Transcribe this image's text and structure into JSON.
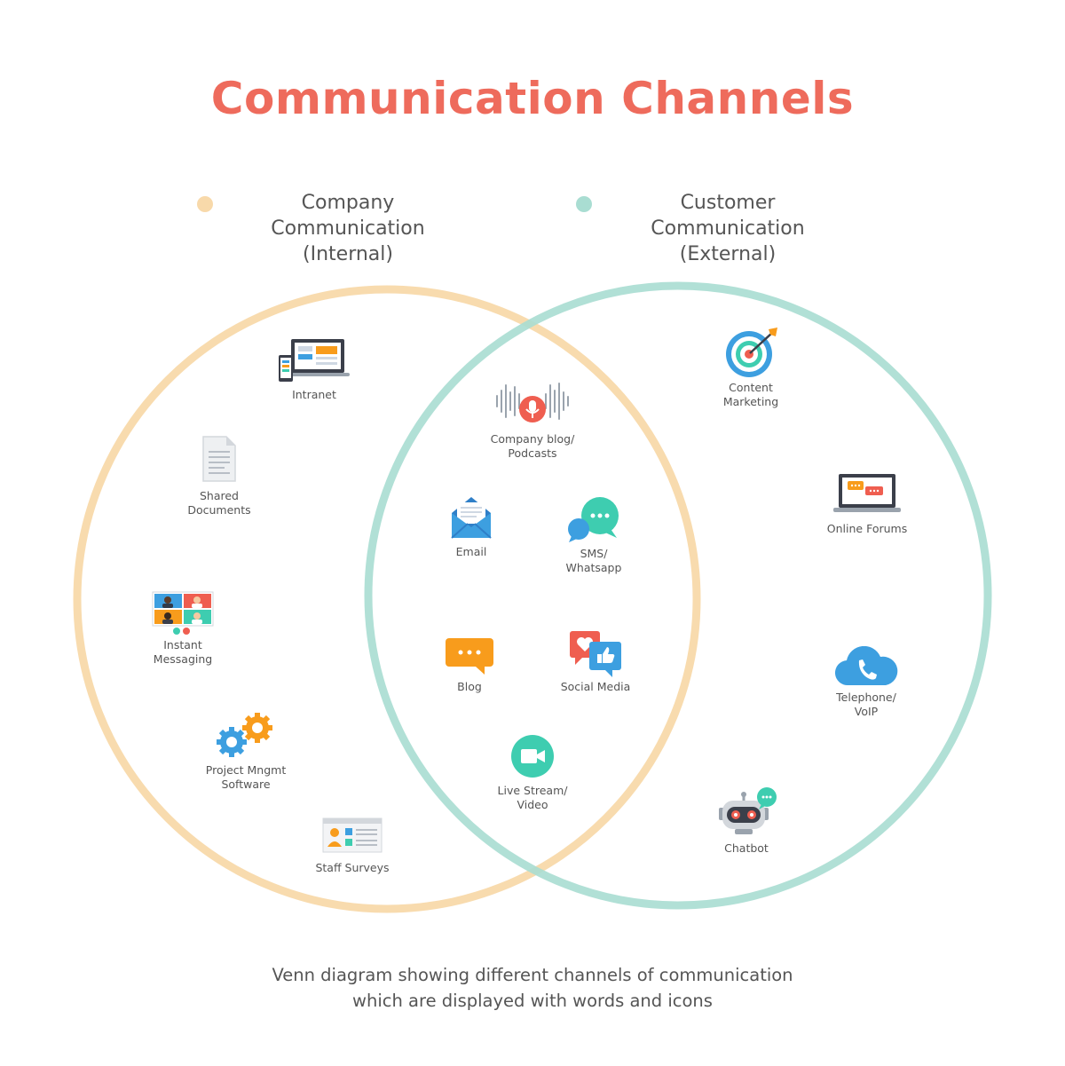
{
  "title": "Communication Channels",
  "colors": {
    "title": "#ee6b5c",
    "internal": "#f8d9aa",
    "external": "#a9ddd2",
    "teal": "#3ecdb0",
    "blue": "#3d9fe0",
    "orange": "#f89c1c",
    "red": "#ef5e50"
  },
  "legend": {
    "internal": {
      "line1": "Company Communication",
      "line2": "(Internal)"
    },
    "external": {
      "line1": "Customer Communication",
      "line2": "(External)"
    }
  },
  "internal_only": [
    {
      "label": "Intranet",
      "icon": "devices-icon"
    },
    {
      "label": "Shared\nDocuments",
      "icon": "document-icon"
    },
    {
      "label": "Instant\nMessaging",
      "icon": "video-call-icon"
    },
    {
      "label": "Project Mngmt\nSoftware",
      "icon": "gears-icon"
    },
    {
      "label": "Staff Surveys",
      "icon": "survey-icon"
    }
  ],
  "shared": [
    {
      "label": "Company blog/\nPodcasts",
      "icon": "microphone-icon"
    },
    {
      "label": "Email",
      "icon": "envelope-icon"
    },
    {
      "label": "SMS/\nWhatsapp",
      "icon": "chat-bubbles-icon"
    },
    {
      "label": "Blog",
      "icon": "speech-bubble-icon"
    },
    {
      "label": "Social Media",
      "icon": "social-icon"
    },
    {
      "label": "Live Stream/\nVideo",
      "icon": "video-camera-icon"
    }
  ],
  "external_only": [
    {
      "label": "Content\nMarketing",
      "icon": "target-icon"
    },
    {
      "label": "Online Forums",
      "icon": "laptop-chat-icon"
    },
    {
      "label": "Telephone/\nVoIP",
      "icon": "cloud-phone-icon"
    },
    {
      "label": "Chatbot",
      "icon": "robot-icon"
    }
  ],
  "caption": {
    "line1": "Venn diagram showing different channels of communication",
    "line2": "which are displayed with words and icons"
  }
}
